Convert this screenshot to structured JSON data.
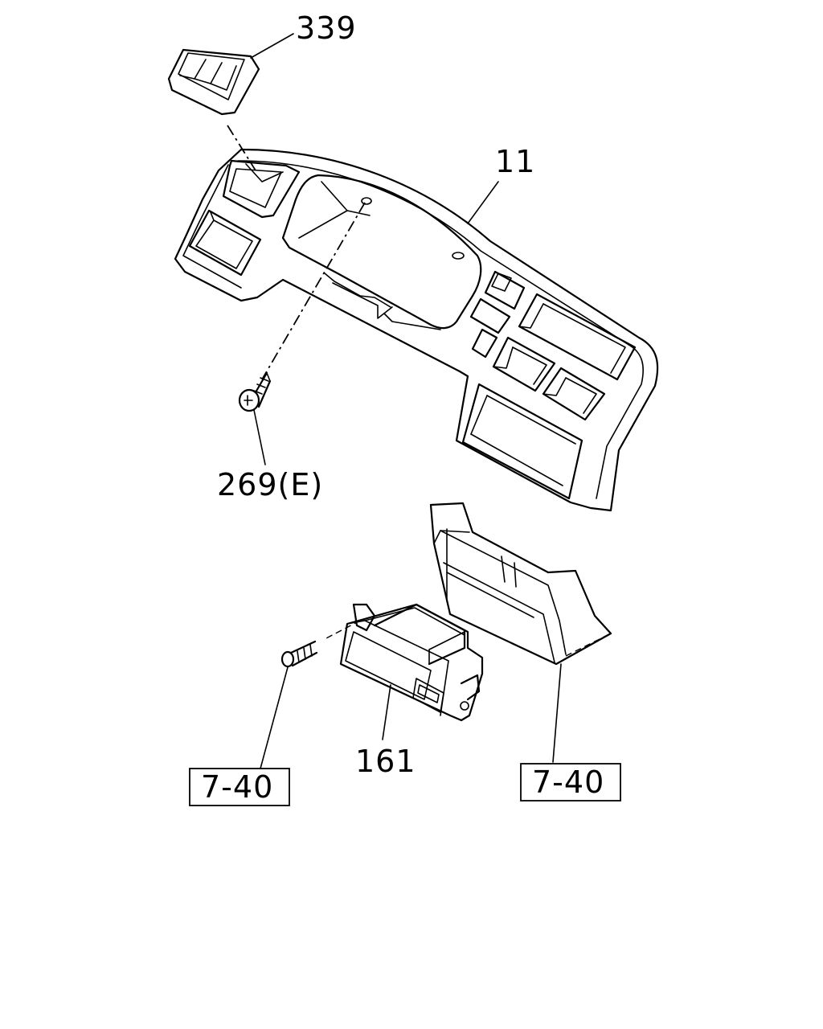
{
  "labels": {
    "part_339": "339",
    "part_11": "11",
    "part_269": "269(E)",
    "part_161": "161",
    "ref_left": "7-40",
    "ref_right": "7-40"
  },
  "colors": {
    "ink": "#000000",
    "background": "#ffffff"
  }
}
